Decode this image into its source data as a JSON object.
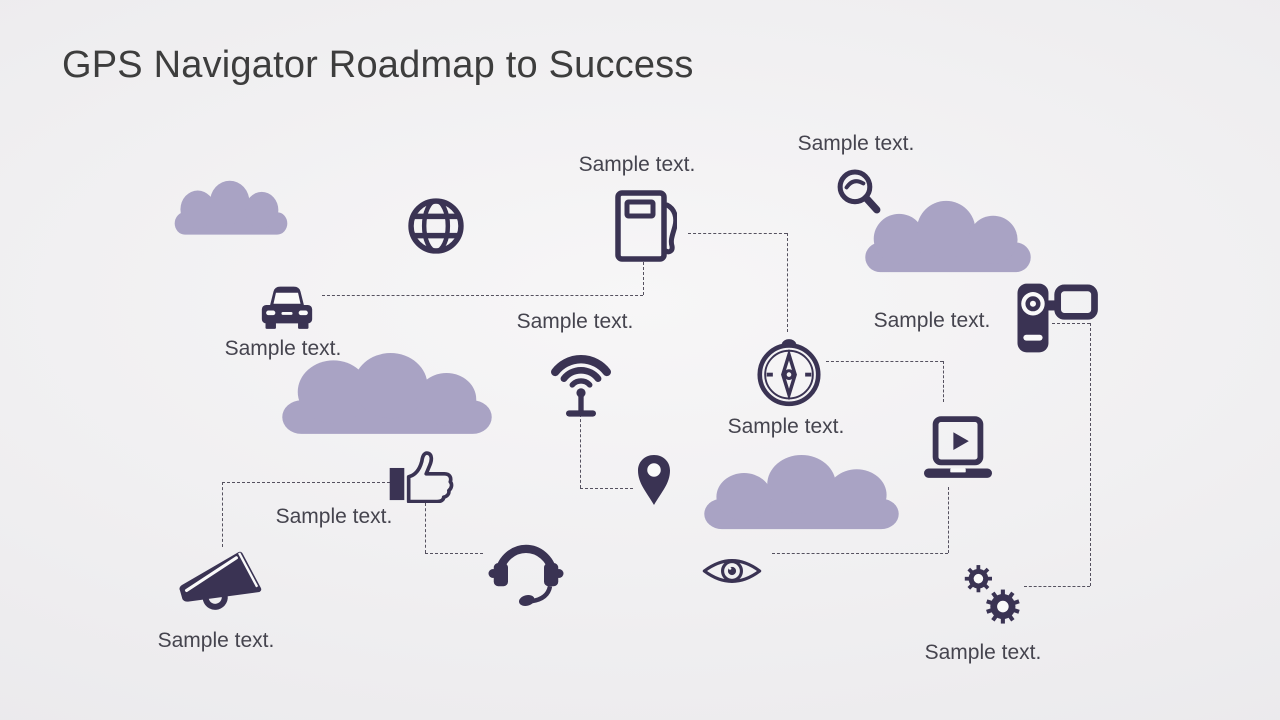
{
  "slide": {
    "title": "GPS Navigator Roadmap to Success",
    "labels": {
      "pump": "Sample text.",
      "search": "Sample text.",
      "car": "Sample text.",
      "camera": "Sample text.",
      "wifi": "Sample text.",
      "compass": "Sample text.",
      "thumbs_up": "Sample text.",
      "megaphone": "Sample text.",
      "gears": "Sample text."
    },
    "icons": [
      "cloud-icon",
      "globe-icon",
      "fuel-pump-icon",
      "magnifier-icon",
      "car-icon",
      "video-camera-icon",
      "wifi-antenna-icon",
      "compass-icon",
      "laptop-play-icon",
      "thumbs-up-icon",
      "location-pin-icon",
      "headset-icon",
      "eye-icon",
      "megaphone-icon",
      "gears-icon"
    ],
    "colors": {
      "icon": "#3a3353",
      "cloud": "#a9a3c4",
      "title": "#3d3d3d",
      "label": "#45444e",
      "connector": "#55515f",
      "cutout": "#fafafa",
      "background_center": "#f7f6f7",
      "background_edge": "#e7e6e9"
    }
  }
}
